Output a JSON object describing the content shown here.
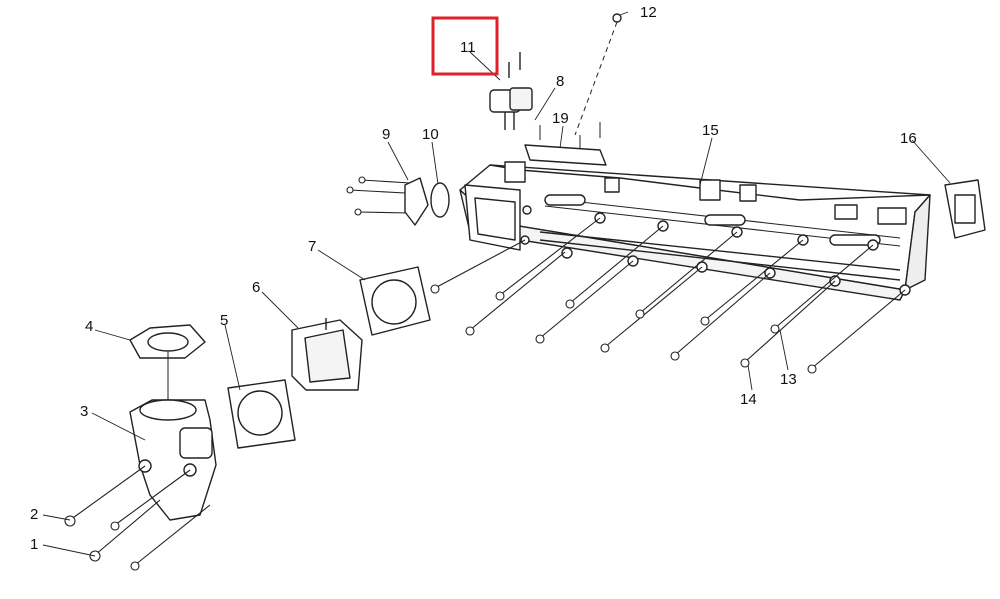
{
  "labels": {
    "l1": "1",
    "l2": "2",
    "l3": "3",
    "l4": "4",
    "l5": "5",
    "l6": "6",
    "l7": "7",
    "l8": "8",
    "l9": "9",
    "l10": "10",
    "l11": "11",
    "l12": "12",
    "l13": "13",
    "l14": "14",
    "l15": "15",
    "l16": "16",
    "l19": "19"
  },
  "highlight": {
    "target_label": "11",
    "color": "#e0202a"
  },
  "colors": {
    "line": "#222222",
    "fill": "#ffffff",
    "accent": "#e0202a"
  }
}
